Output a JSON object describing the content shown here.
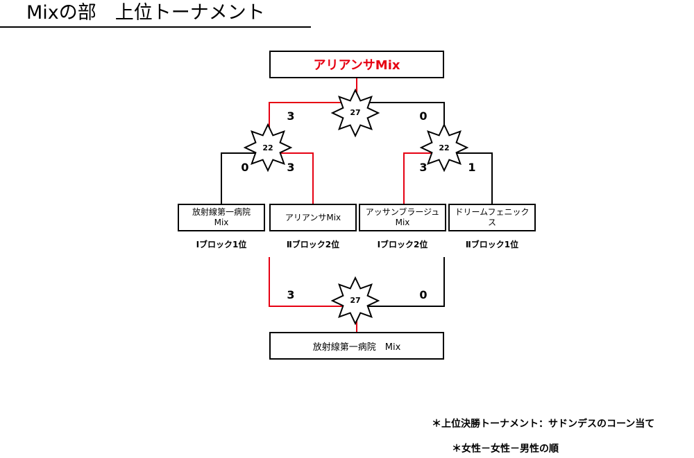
{
  "title": "Mixの部　上位トーナメント",
  "champion": "アリアンサMix",
  "third_place_winner": "放射線第一病院　Mix",
  "teams": [
    {
      "lines": [
        "放射線第一病院",
        "Mix"
      ],
      "seed": "Ⅰブロック1位"
    },
    {
      "lines": [
        "アリアンサMix"
      ],
      "seed": "Ⅱブロック2位"
    },
    {
      "lines": [
        "アッサンブラージュ",
        "Mix"
      ],
      "seed": "Ⅰブロック2位"
    },
    {
      "lines": [
        "ドリームフェニックス"
      ],
      "seed": "Ⅱブロック1位"
    }
  ],
  "matches": {
    "semi_left": {
      "court": "22",
      "score_left": "0",
      "score_right": "3"
    },
    "semi_right": {
      "court": "22",
      "score_left": "3",
      "score_right": "1"
    },
    "final": {
      "court": "27",
      "score_left": "3",
      "score_right": "0"
    },
    "third_place": {
      "court": "27",
      "score_left": "3",
      "score_right": "0"
    }
  },
  "notes": [
    "＊上位決勝トーナメント：サドンデスのコーン当て",
    "＊女性－女性－男性の順"
  ],
  "colors": {
    "winner_line": "#e60012",
    "line": "#000000"
  }
}
